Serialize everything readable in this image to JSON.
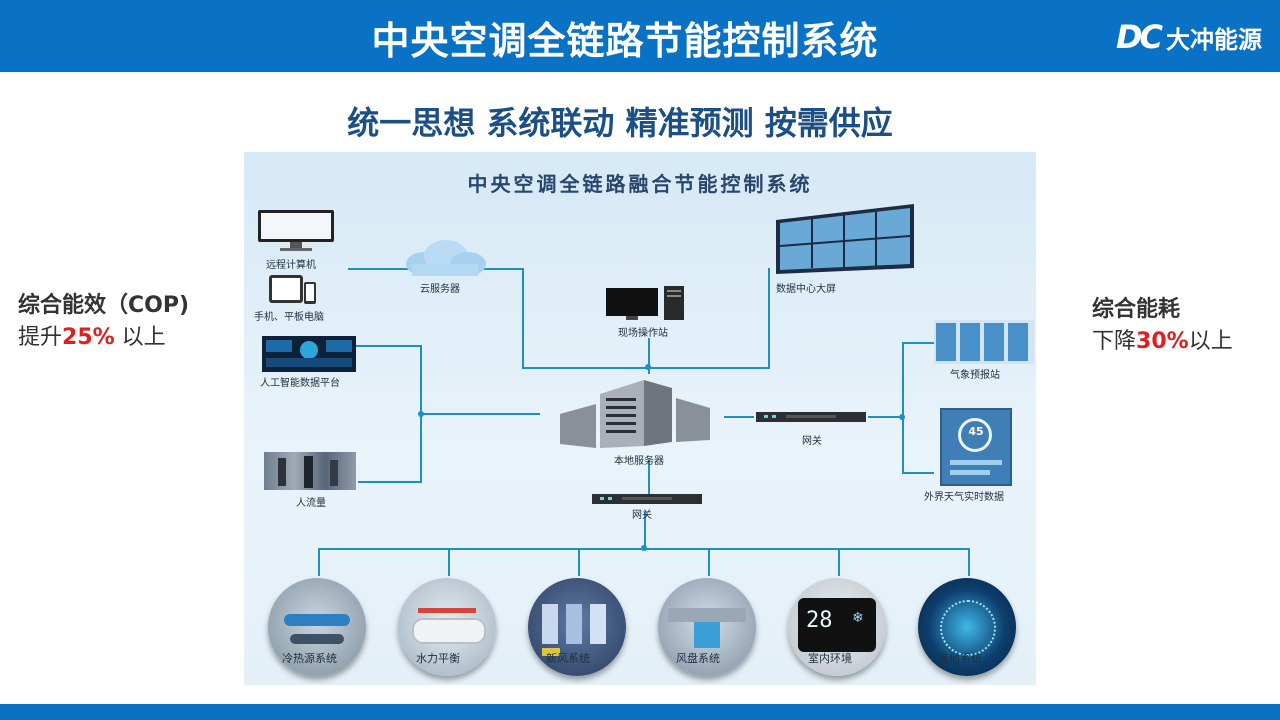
{
  "header": {
    "title": "中央空调全链路节能控制系统",
    "logo_mark": "DC",
    "logo_text": "大冲能源"
  },
  "slogan": "统一思想 系统联动 精准预测 按需供应",
  "left_panel": {
    "heading": "综合能效（COP)",
    "line_prefix": "提升",
    "highlight": "25%",
    "line_suffix": " 以上"
  },
  "right_panel": {
    "heading": "综合能耗",
    "line_prefix": "下降",
    "highlight": "30%",
    "line_suffix": "以上"
  },
  "diagram": {
    "title": "中央空调全链路融合节能控制系统",
    "labels": {
      "remote_pc": "远程计算机",
      "mobile": "手机、平板电脑",
      "cloud": "云服务器",
      "workstation": "现场操作站",
      "video_wall": "数据中心大屏",
      "ai_platform": "人工智能数据平台",
      "local_server": "本地服务器",
      "gateway_right": "网关",
      "gateway_bottom": "网关",
      "weather_station": "气象预报站",
      "realtime_weather": "外界天气实时数据",
      "people_flow": "人流量"
    },
    "subsystems": [
      "冷热源系统",
      "水力平衡",
      "新风系统",
      "风盘系统",
      "室内环境",
      "其他系统"
    ],
    "thermostat_reading": "28",
    "weather_reading": "45"
  },
  "colors": {
    "brand_blue": "#0a72c4",
    "wire": "#1e8ec6",
    "highlight_red": "#e11d1d",
    "slogan": "#1b4f86"
  }
}
